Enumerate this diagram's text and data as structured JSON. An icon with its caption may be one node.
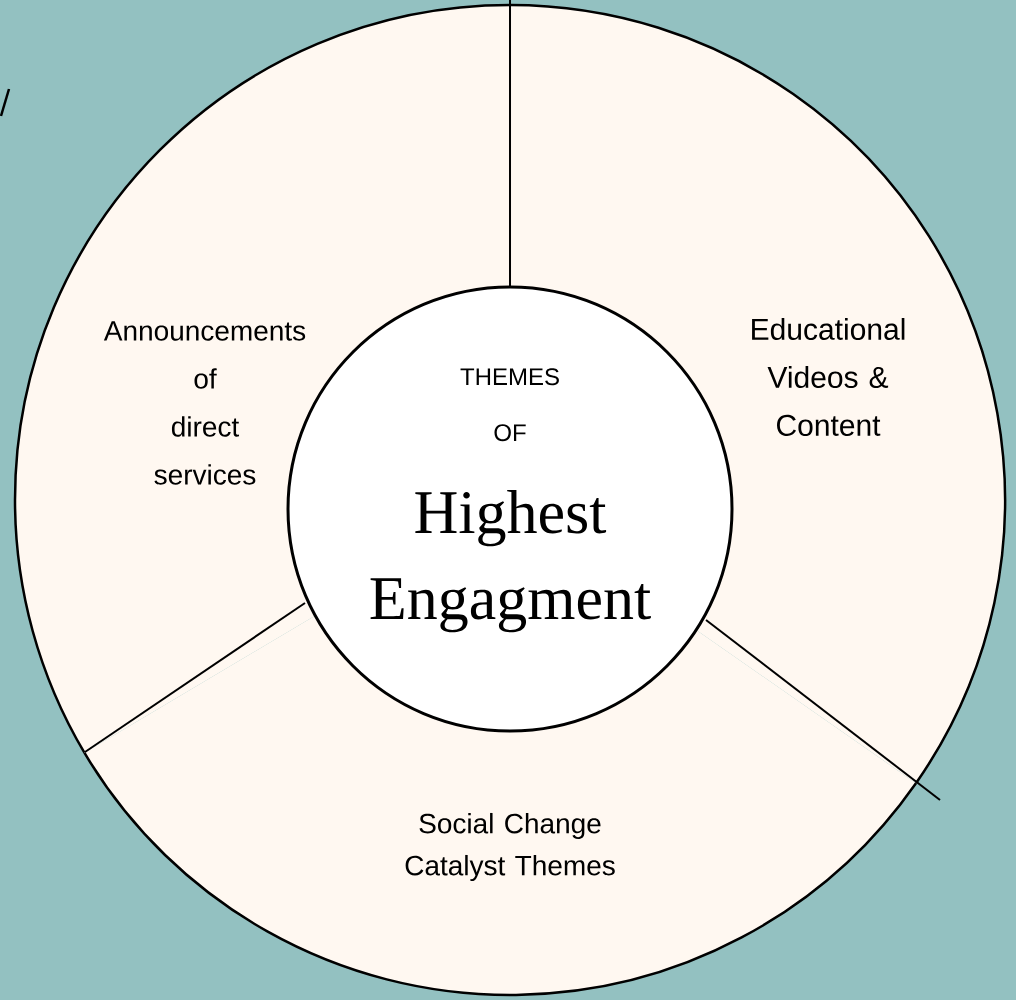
{
  "diagram": {
    "nodes": [
      {
        "text": [
          "THEMES OF",
          "Highest Engagment"
        ]
      },
      {
        "text": [
          "Announcements of direct services"
        ]
      },
      {
        "text": [
          "Educational Videos & Content"
        ]
      },
      {
        "text": [
          "Social Change Catalyst Themes"
        ]
      }
    ]
  }
}
